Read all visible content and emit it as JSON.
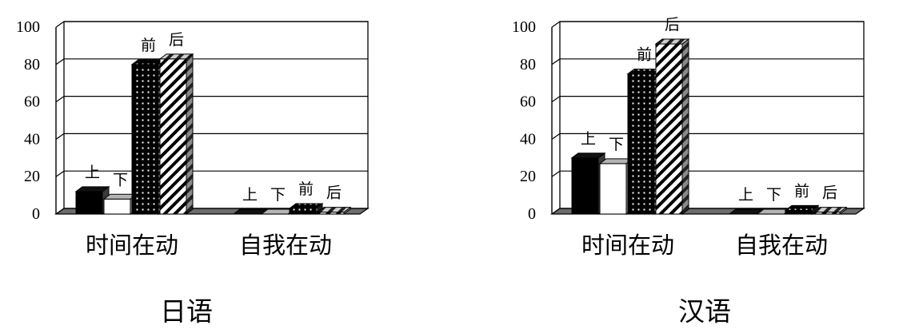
{
  "chart_data": [
    {
      "type": "bar",
      "title": "日语",
      "categories": [
        "时间在动",
        "自我在动"
      ],
      "series": [
        {
          "name": "上",
          "color": "#000000",
          "values": [
            12,
            0
          ]
        },
        {
          "name": "下",
          "color": "#ffffff",
          "values": [
            8,
            0
          ]
        },
        {
          "name": "前",
          "color": "#000000",
          "values": [
            80,
            3
          ]
        },
        {
          "name": "后",
          "color": "#ffffff",
          "values": [
            83,
            1
          ]
        }
      ],
      "yticks": [
        0,
        20,
        40,
        60,
        80,
        100
      ],
      "ylim": [
        0,
        100
      ],
      "grid": true
    },
    {
      "type": "bar",
      "title": "汉语",
      "categories": [
        "时间在动",
        "自我在动"
      ],
      "series": [
        {
          "name": "上",
          "color": "#000000",
          "values": [
            30,
            0
          ]
        },
        {
          "name": "下",
          "color": "#ffffff",
          "values": [
            27,
            0
          ]
        },
        {
          "name": "前",
          "color": "#000000",
          "values": [
            75,
            2
          ]
        },
        {
          "name": "后",
          "color": "#ffffff",
          "values": [
            91,
            1
          ]
        }
      ],
      "yticks": [
        0,
        20,
        40,
        60,
        80,
        100
      ],
      "ylim": [
        0,
        100
      ],
      "grid": true
    }
  ]
}
